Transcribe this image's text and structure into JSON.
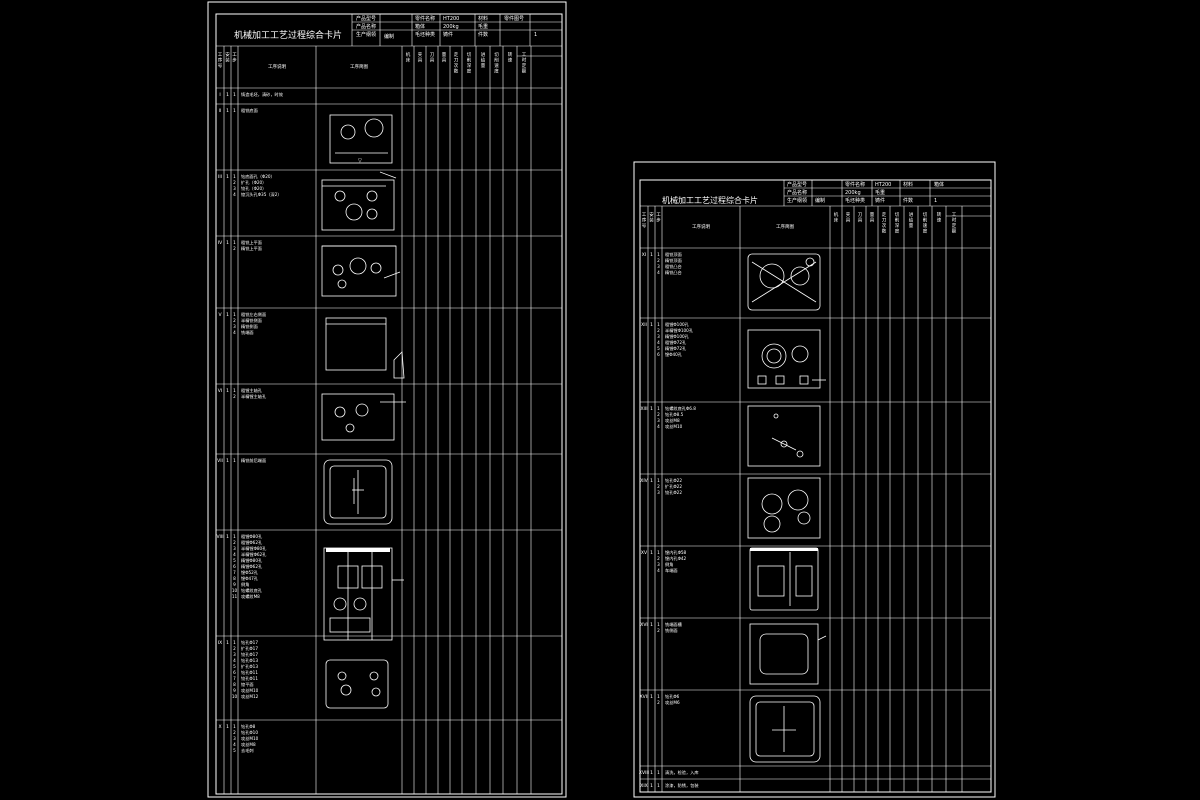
{
  "sheets": [
    {
      "id": "card-left",
      "title": "机械加工工艺过程综合卡片",
      "header": {
        "product_model_label": "产品型号",
        "product_name_label": "产品名称",
        "production_type_label": "生产纲领",
        "part_name_label": "零件名称",
        "part_name_value": "箱体",
        "part_no_label": "零件图号",
        "material_label": "材料",
        "material_value": "HT200",
        "weight_label": "毛重",
        "weight_value": "200kg",
        "blank_label": "毛坯种类",
        "blank_value": "铸件",
        "prepared_label": "编制",
        "count_label": "件数",
        "count_value": "1"
      },
      "columns": [
        "工序号",
        "安装",
        "工步",
        "工序说明",
        "工序简图",
        "机床",
        "夹具",
        "刀具",
        "量具",
        "走刀次数",
        "切削深度",
        "进给量",
        "切削速度",
        "转速",
        "工时定额"
      ],
      "operations": [
        {
          "no": "I",
          "text": [
            "铸造毛坯，清砂，时效"
          ]
        },
        {
          "no": "II",
          "text": [
            "粗铣底面"
          ]
        },
        {
          "no": "III",
          "text": [
            "钻底面孔（Φ20）",
            "扩孔（Φ20）",
            "铰孔（Φ20）",
            "锪沉头孔Φ35（深2）"
          ]
        },
        {
          "no": "IV",
          "text": [
            "粗铣上平面",
            "精铣上平面"
          ]
        },
        {
          "no": "V",
          "text": [
            "粗铣左右侧面",
            "半精铣侧面",
            "精铣侧面",
            "铣端面"
          ]
        },
        {
          "no": "VI",
          "text": [
            "粗镗主轴孔",
            "半精镗主轴孔"
          ]
        },
        {
          "no": "VII",
          "text": [
            "精铣前后端面"
          ]
        },
        {
          "no": "VIII",
          "text": [
            "粗镗Φ80孔",
            "粗镗Φ62孔",
            "半精镗Φ80孔",
            "半精镗Φ62孔",
            "精镗Φ80孔",
            "精镗Φ62孔",
            "镗Φ52孔",
            "镗Φ47孔",
            "倒角",
            "钻螺纹底孔",
            "攻螺纹M8"
          ]
        },
        {
          "no": "IX",
          "text": [
            "钻孔Φ17",
            "扩孔Φ17",
            "铰孔Φ17",
            "钻孔Φ13",
            "扩孔Φ13",
            "钻孔Φ11",
            "铰孔Φ11",
            "锪平面",
            "攻丝M10",
            "攻丝M12"
          ]
        },
        {
          "no": "X",
          "text": [
            "钻孔Φ8",
            "钻孔Φ10",
            "攻丝M10",
            "攻丝M8",
            "去毛刺"
          ]
        }
      ]
    },
    {
      "id": "card-right",
      "title": "机械加工工艺过程综合卡片",
      "header": {
        "product_model_label": "产品型号",
        "product_name_label": "产品名称",
        "production_type_label": "生产纲领",
        "part_name_label": "零件名称",
        "part_name_value": "箱体",
        "material_label": "材料",
        "material_value": "HT200",
        "weight_label": "毛重",
        "weight_value": "200kg",
        "blank_label": "毛坯种类",
        "blank_value": "铸件",
        "prepared_label": "编制",
        "count_label": "件数",
        "count_value": "1"
      },
      "columns": [
        "工序号",
        "安装",
        "工步",
        "工序说明",
        "工序简图",
        "机床",
        "夹具",
        "刀具",
        "量具",
        "走刀次数",
        "切削深度",
        "进给量",
        "切削速度",
        "转速",
        "工时定额"
      ],
      "operations": [
        {
          "no": "XI",
          "text": [
            "粗铣顶面",
            "精铣顶面",
            "粗铣凸台",
            "精铣凸台"
          ]
        },
        {
          "no": "XII",
          "text": [
            "粗镗Φ100孔",
            "半精镗Φ100孔",
            "精镗Φ100孔",
            "粗镗Φ72孔",
            "精镗Φ72孔",
            "镗Φ40孔"
          ]
        },
        {
          "no": "XIII",
          "text": [
            "钻螺纹底孔Φ6.8",
            "钻孔Φ8.5",
            "攻丝M8",
            "攻丝M10"
          ]
        },
        {
          "no": "XIV",
          "text": [
            "钻孔Φ22",
            "扩孔Φ22",
            "铰孔Φ22"
          ]
        },
        {
          "no": "XV",
          "text": [
            "镗内孔Φ58",
            "镗内孔Φ42",
            "倒角",
            "车端面"
          ]
        },
        {
          "no": "XVI",
          "text": [
            "铣端面槽",
            "铣侧面"
          ]
        },
        {
          "no": "XVII",
          "text": [
            "钻孔Φ6",
            "攻丝M6"
          ]
        },
        {
          "no": "XVIII",
          "text": [
            "清洗，检验，入库"
          ]
        },
        {
          "no": "XIX",
          "text": [
            "涂漆，防锈，包装"
          ]
        }
      ]
    }
  ]
}
